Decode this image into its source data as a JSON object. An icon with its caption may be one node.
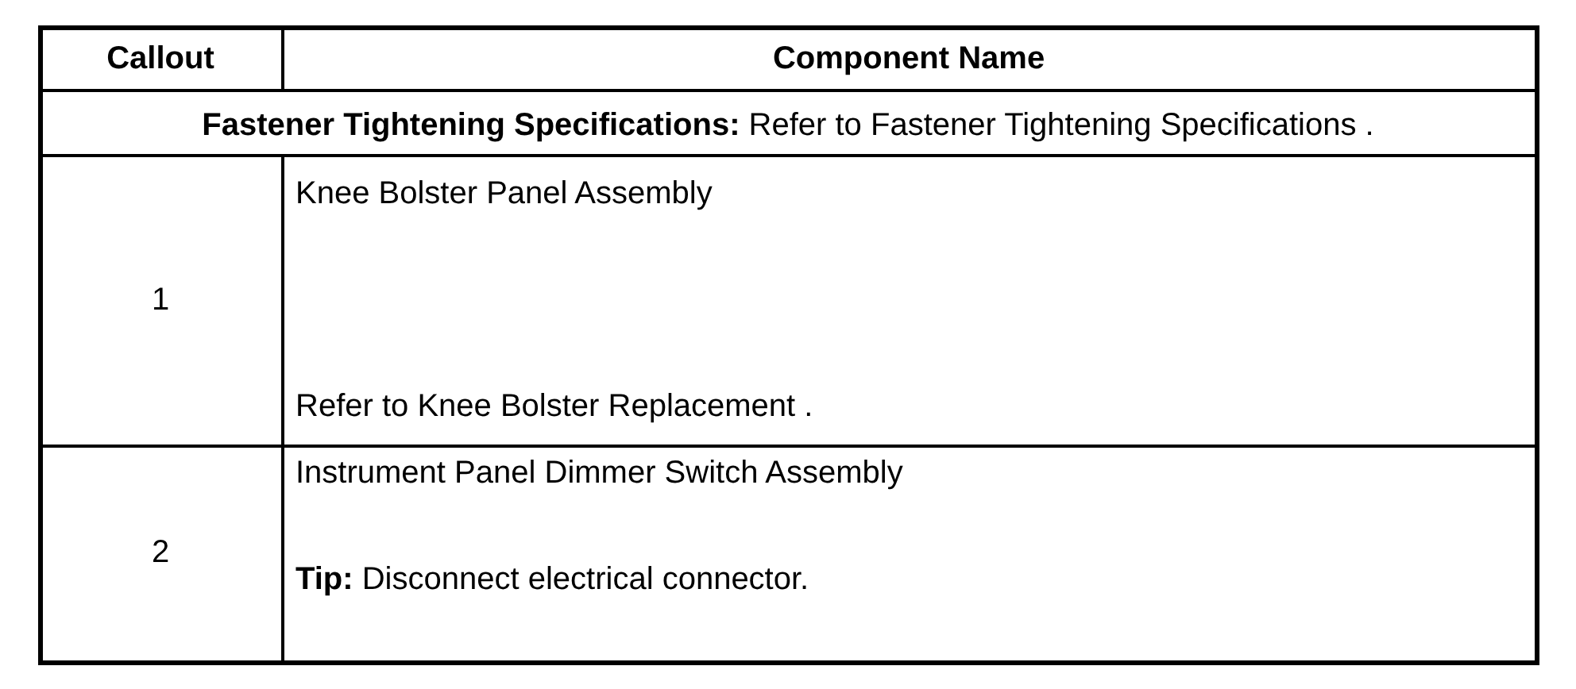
{
  "diagram": {
    "labels": [
      "Callout",
      "Component Name",
      "**Fastener Tightening Specifications:** Refer to Fastener Tightening Specifications .",
      "1",
      "Knee Bolster Panel Assembly",
      "Refer to Knee Bolster Replacement .",
      "2",
      "Instrument Panel Dimmer Switch Assembly",
      "**Tip:** Disconnect electrical connector."
    ]
  }
}
